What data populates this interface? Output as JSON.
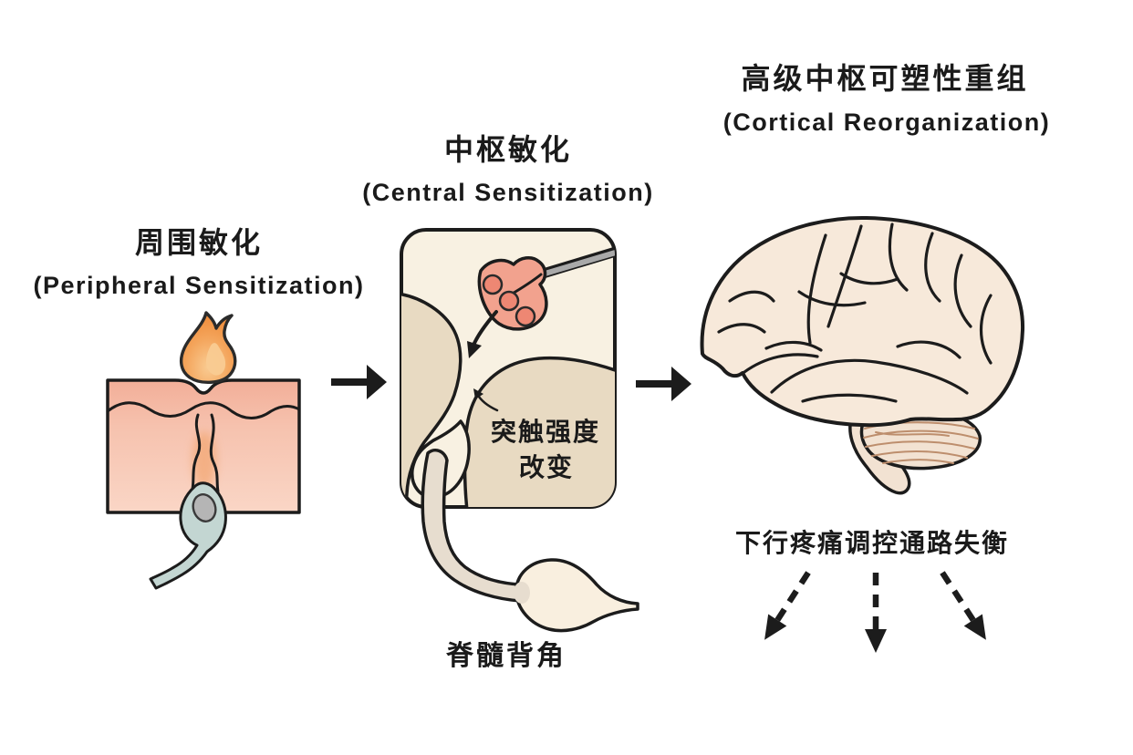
{
  "diagram_title": "Pain sensitization mechanism diagram",
  "stages": [
    {
      "id": "peripheral-sensitization",
      "title_zh": "周围敏化",
      "title_en": "(Peripheral Sensitization)"
    },
    {
      "id": "central-sensitization",
      "title_zh": "中枢敏化",
      "title_en": "(Central Sensitization)"
    },
    {
      "id": "cortical-reorganization",
      "title_zh": "高级中枢可塑性重组",
      "title_en": "(Cortical Reorganization)"
    }
  ],
  "labels": {
    "synaptic_strength_line1": "突触强度",
    "synaptic_strength_line2": "改变",
    "spinal_dorsal_horn": "脊髓背角",
    "descending_pathway_imbalance": "下行疼痛调控通路失衡"
  },
  "icons": {
    "flame-icon": "flame over skin (noxious heat stimulus)",
    "skin-cross-section-icon": "pink skin block with epidermis wave",
    "nociceptor-neuron-icon": "blue-gray sensory neuron in skin",
    "flow-arrow-icon": "solid black right arrow",
    "synapse-terminal-icon": "pink presynaptic terminal with vesicles",
    "dorsal-horn-panel-icon": "rounded beige spinal dorsal horn panel",
    "drg-neuron-icon": "cream axon with ganglion bulge",
    "brain-icon": "lateral human brain with cerebellum and brainstem",
    "dashed-arrow-icon": "black dashed downward arrows"
  },
  "colors": {
    "outline": "#1c1c1c",
    "skin_top": "#f2ae98",
    "skin_bottom": "#fad6c6",
    "flame_outer": "#f0913f",
    "flame_inner": "#f9cb92",
    "neuron_body": "#c3d6d2",
    "neuron_nucleus": "#b5b5b5",
    "panel_bg": "#f8f1e2",
    "panel_tissue": "#e8dac2",
    "terminal_pink": "#f2a28e",
    "vesicle_pink": "#ee8773",
    "cable_gray": "#a9a9a9",
    "axon_tube": "#e7ddcf",
    "ganglion_fill": "#f9efdf",
    "brain_fill": "#f7e9da",
    "cerebellum_fill": "#f2e2d2",
    "cerebellum_line": "#bd8e6d",
    "text": "#1a1a1a"
  }
}
